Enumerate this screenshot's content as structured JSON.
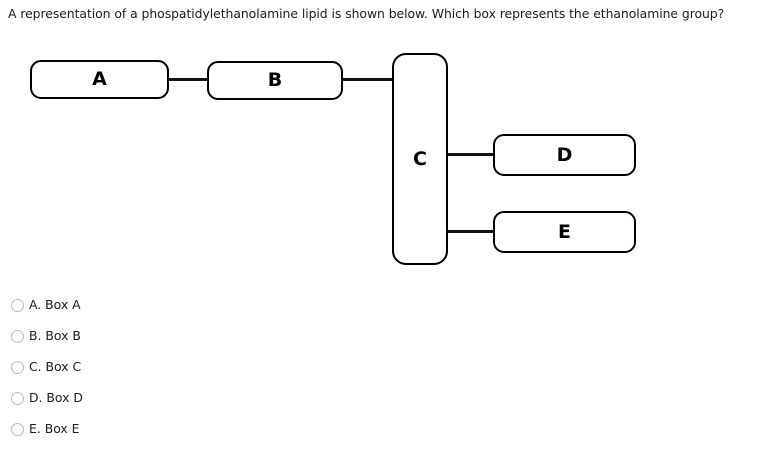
{
  "question": {
    "stem": "A representation of a phospatidylethanolamine lipid is shown below. Which box represents the ethanolamine group?"
  },
  "diagram": {
    "type": "flowchart",
    "nodes": [
      {
        "id": "a",
        "label": "A"
      },
      {
        "id": "b",
        "label": "B"
      },
      {
        "id": "c",
        "label": "C"
      },
      {
        "id": "d",
        "label": "D"
      },
      {
        "id": "e",
        "label": "E"
      }
    ],
    "edges": [
      {
        "from": "A",
        "to": "B"
      },
      {
        "from": "B",
        "to": "C"
      },
      {
        "from": "C",
        "to": "D"
      },
      {
        "from": "C",
        "to": "E"
      }
    ],
    "colors": {
      "stroke": "#000000",
      "fill": "#ffffff",
      "edge": "#111111"
    }
  },
  "options": {
    "selected": null,
    "items": [
      {
        "value": "A",
        "label": "A. Box A"
      },
      {
        "value": "B",
        "label": "B. Box B"
      },
      {
        "value": "C",
        "label": "C. Box C"
      },
      {
        "value": "D",
        "label": "D. Box D"
      },
      {
        "value": "E",
        "label": "E. Box E"
      }
    ]
  }
}
